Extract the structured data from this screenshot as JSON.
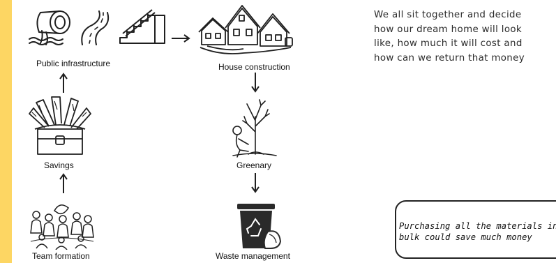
{
  "colors": {
    "accent": "#FDD663",
    "ink": "#1f1f1f",
    "bin": "#2a2a2a"
  },
  "diagram": {
    "nodes": {
      "public_infrastructure": {
        "label": "Public infrastructure"
      },
      "house_construction": {
        "label": "House construction"
      },
      "savings": {
        "label": "Savings"
      },
      "greenary": {
        "label": "Greenary"
      },
      "team_formation": {
        "label": "Team formation"
      },
      "waste_management": {
        "label": "Waste management"
      }
    },
    "edges": [
      {
        "from": "team_formation",
        "to": "savings"
      },
      {
        "from": "savings",
        "to": "public_infrastructure"
      },
      {
        "from": "public_infrastructure",
        "to": "house_construction"
      },
      {
        "from": "house_construction",
        "to": "greenary"
      },
      {
        "from": "greenary",
        "to": "waste_management"
      }
    ]
  },
  "paragraph": {
    "lines": [
      "We all sit together and decide",
      "how our dream home will look",
      "like, how much it will cost and",
      "how can we return that money"
    ]
  },
  "note": {
    "lines": [
      "Purchasing all the materials in",
      "bulk could save much money"
    ]
  }
}
